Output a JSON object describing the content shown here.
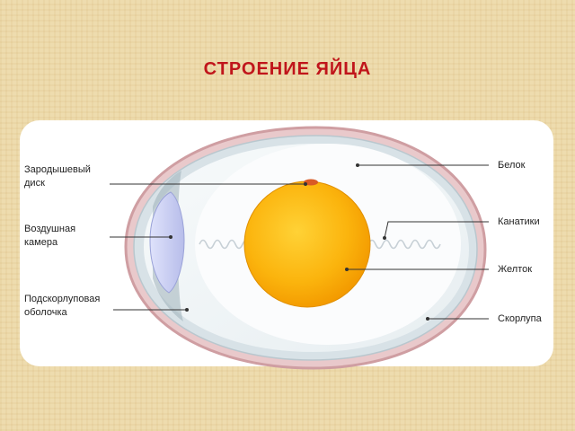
{
  "title": "СТРОЕНИЕ ЯЙЦА",
  "labels": {
    "embryonic_disc_line1": "Зародышевый",
    "embryonic_disc_line2": "диск",
    "air_cell_line1": "Воздушная",
    "air_cell_line2": "камера",
    "membrane_line1": "Подскорлуповая",
    "membrane_line2": "оболочка",
    "albumen": "Белок",
    "chalazae": "Канатики",
    "yolk": "Желток",
    "shell": "Скорлупа"
  },
  "colors": {
    "title": "#c0151b",
    "shell": "#d4a6aa",
    "yolk": "#f7a800",
    "air_cell": "#c9cdf0"
  }
}
